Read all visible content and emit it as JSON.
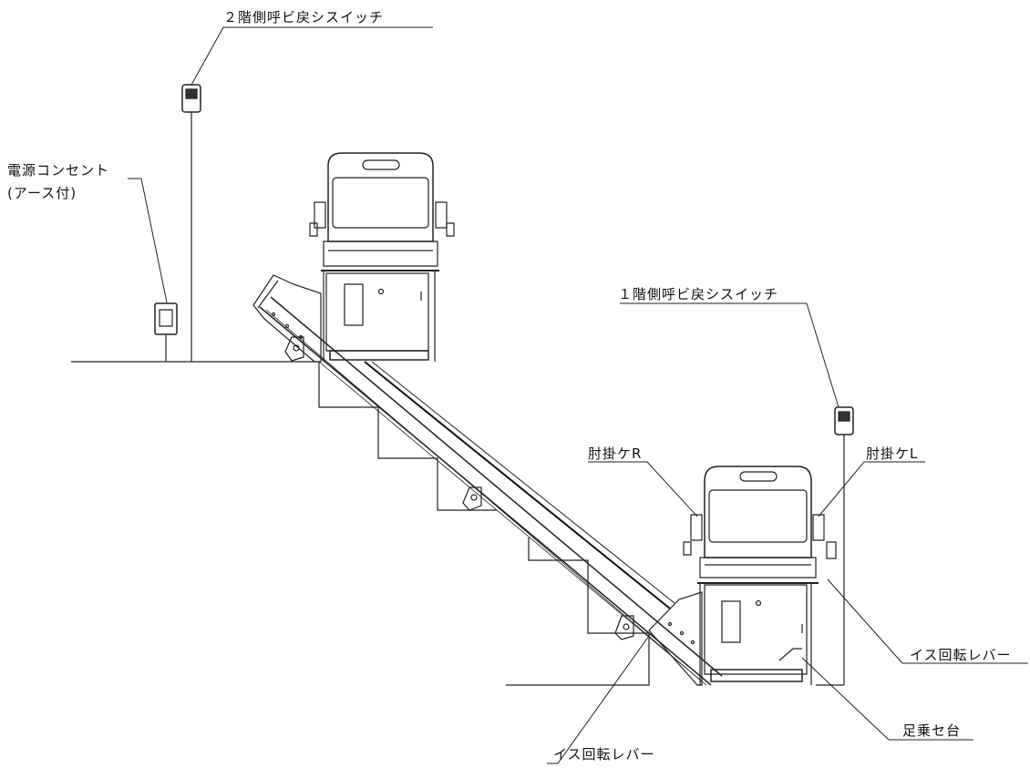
{
  "labels": {
    "upper_call_switch": "２階側呼ビ戻シスイッチ",
    "power_outlet_line1": "電源コンセント",
    "power_outlet_line2": "(アース付)",
    "lower_call_switch": "１階側呼ビ戻シスイッチ",
    "armrest_r": "肘掛ケR",
    "armrest_l": "肘掛ケL",
    "seat_swivel_lever_right": "イス回転レバー",
    "footrest": "足乗セ台",
    "seat_swivel_lever_bottom": "イス回転レバー"
  }
}
